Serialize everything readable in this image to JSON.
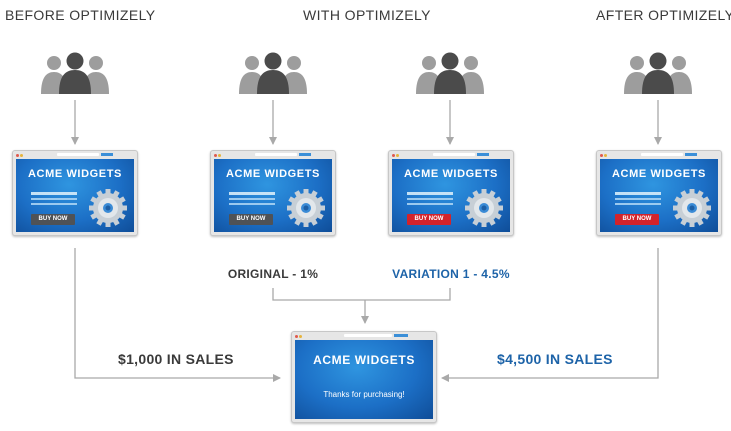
{
  "headings": {
    "before": "BEFORE OPTIMIZELY",
    "with": "WITH OPTIMIZELY",
    "after": "AFTER OPTIMIZELY"
  },
  "pages": {
    "before": {
      "title": "ACME WIDGETS",
      "button": "BUY NOW",
      "button_color": "#4f5256"
    },
    "original": {
      "title": "ACME WIDGETS",
      "button": "BUY NOW",
      "button_color": "#4f5256"
    },
    "variation": {
      "title": "ACME WIDGETS",
      "button": "BUY NOW",
      "button_color": "#d3232b"
    },
    "after": {
      "title": "ACME WIDGETS",
      "button": "BUY NOW",
      "button_color": "#d3232b"
    },
    "thankyou": {
      "title": "ACME WIDGETS",
      "message": "Thanks for purchasing!"
    }
  },
  "results": {
    "original": "ORIGINAL - 1%",
    "variation": "VARIATION 1 - 4.5%"
  },
  "sales": {
    "before": "$1,000 IN SALES",
    "after": "$4,500 IN SALES"
  },
  "colors": {
    "text_dark": "#3a3a3a",
    "accent_blue": "#1d63a8",
    "connector": "#a9a9a9",
    "people_dark": "#4b4b4b",
    "people_light": "#9d9d9d"
  }
}
